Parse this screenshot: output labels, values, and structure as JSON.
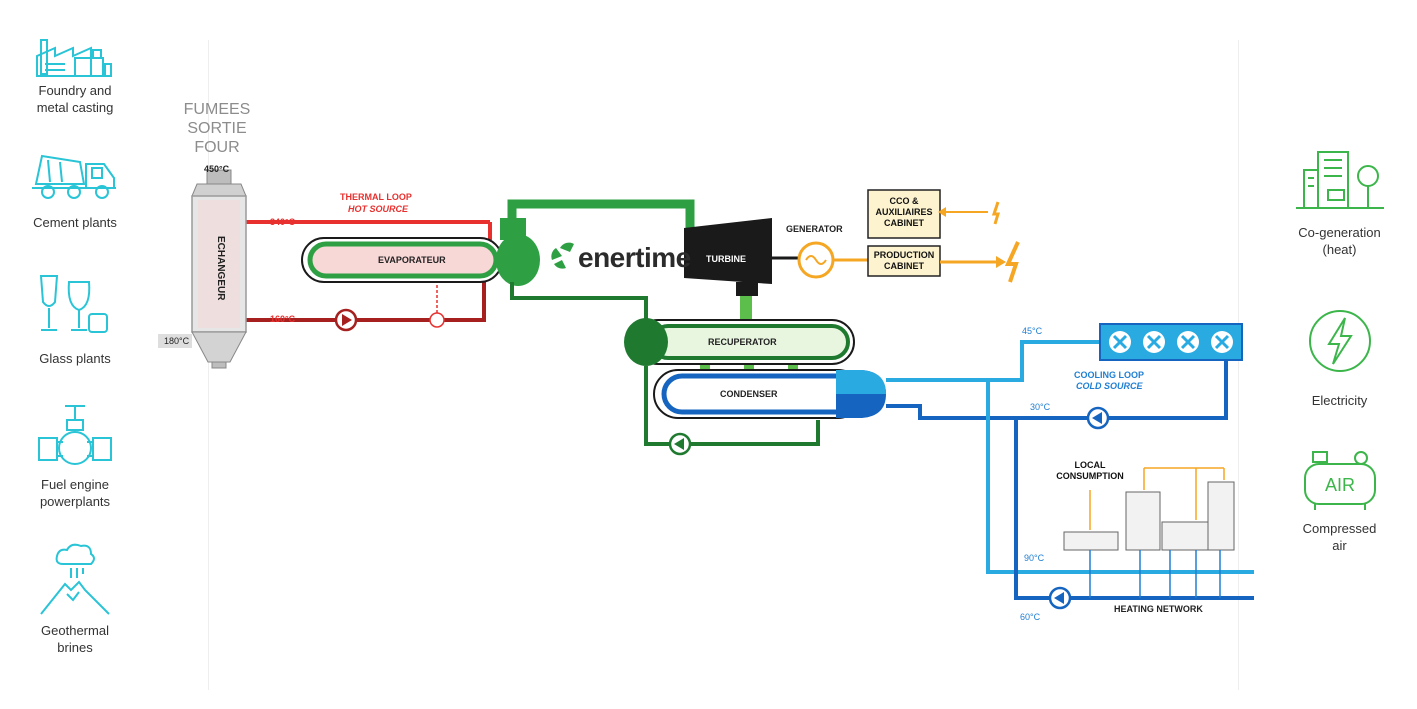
{
  "left_sources": [
    {
      "icon": "factory-icon",
      "label": "Foundry and\nmetal casting"
    },
    {
      "icon": "cement-mixer-icon",
      "label": "Cement plants"
    },
    {
      "icon": "glass-icon",
      "label": "Glass plants"
    },
    {
      "icon": "valve-pipe-icon",
      "label": "Fuel engine\npowerplants"
    },
    {
      "icon": "volcano-icon",
      "label": "Geothermal\nbrines"
    }
  ],
  "right_outputs": [
    {
      "icon": "buildings-tree-icon",
      "label": "Co-generation\n(heat)"
    },
    {
      "icon": "lightning-icon",
      "label": "Electricity"
    },
    {
      "icon": "compressor-icon",
      "label": "Compressed\nair",
      "badge": "AIR"
    }
  ],
  "diagram": {
    "fumees": "FUMEES\nSORTIE\nFOUR",
    "temp_in": "450°C",
    "temp_out": "180°C",
    "echangeur": "ECHANGEUR",
    "thermal_loop": "THERMAL LOOP",
    "hot_source": "HOT SOURCE",
    "t_340": "340°C",
    "t_160": "160°C",
    "evaporateur": "EVAPORATEUR",
    "logo": "enertime",
    "turbine": "TURBINE",
    "generator": "GENERATOR",
    "cco_cabinet": "CCO &\nAUXILIAIRES\nCABINET",
    "production_cabinet": "PRODUCTION\nCABINET",
    "recuperator": "RECUPERATOR",
    "condenser": "CONDENSER",
    "t_45": "45°C",
    "t_30": "30°C",
    "cooling_loop": "COOLING LOOP",
    "cold_source": "COLD SOURCE",
    "local_consumption": "LOCAL\nCONSUMPTION",
    "t_90": "90°C",
    "t_60": "60°C",
    "heating_network": "HEATING NETWORK"
  },
  "colors": {
    "hot": "#e8312f",
    "hot_return": "#a5201f",
    "organic": "#2ea043",
    "organic_dark": "#1f7a30",
    "cold_light": "#29abe2",
    "cold_dark": "#1565c0",
    "power": "#f5a623",
    "turbine": "#1a1a1a"
  }
}
